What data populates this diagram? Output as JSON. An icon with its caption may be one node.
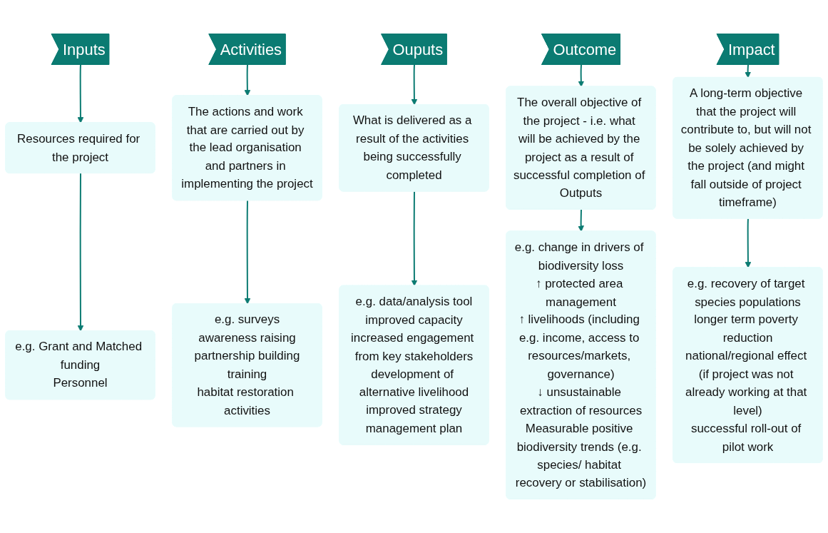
{
  "diagram": {
    "nodes": [
      {
        "text": [
          "Inputs"
        ]
      },
      {
        "text": [
          "Resources required for the project"
        ]
      },
      {
        "text": [
          "e.g. Grant and Matched funding",
          "Personnel"
        ]
      },
      {
        "text": [
          "Activities"
        ]
      },
      {
        "text": [
          "The actions and work that are carried out by the lead organisation and partners in implementing the project"
        ]
      },
      {
        "text": [
          "e.g. surveys",
          "awareness raising",
          "partnership building",
          "training",
          "habitat restoration activities"
        ]
      },
      {
        "text": [
          "Ouputs"
        ]
      },
      {
        "text": [
          "What is delivered as a result of the activities being successfully completed"
        ]
      },
      {
        "text": [
          "e.g. data/analysis tool",
          "improved capacity",
          "increased engagement from key stakeholders",
          "development of alternative livelihood",
          "improved strategy",
          "management plan"
        ]
      },
      {
        "text": [
          "Outcome"
        ]
      },
      {
        "text": [
          "The overall objective of the project - i.e. what will be achieved by the project as a result of successful completion of Outputs"
        ]
      },
      {
        "text": [
          "e.g. change in drivers of biodiversity loss",
          "↑ protected area management",
          "↑ livelihoods (including e.g. income, access to resources/markets, governance)",
          "↓ unsustainable extraction of resources",
          "Measurable positive biodiversity trends (e.g. species/ habitat recovery or stabilisation)"
        ]
      },
      {
        "text": [
          "Impact"
        ]
      },
      {
        "text": [
          "A long-term objective that the project will contribute to, but will not be solely achieved by the project (and might fall outside of project timeframe)"
        ]
      },
      {
        "text": [
          "e.g. recovery of target species populations",
          "longer term poverty reduction",
          "national/regional effect (if project was not already working at that level)",
          "successful roll-out of pilot work"
        ]
      }
    ],
    "edges": [
      {
        "from": 0,
        "to": 1,
        "arrow": "to"
      },
      {
        "from": 1,
        "to": 2,
        "arrow": "to"
      },
      {
        "from": 3,
        "to": 4,
        "arrow": "to"
      },
      {
        "from": 4,
        "to": 5,
        "arrow": "to"
      },
      {
        "from": 6,
        "to": 7,
        "arrow": "to"
      },
      {
        "from": 7,
        "to": 8,
        "arrow": "to"
      },
      {
        "from": 9,
        "to": 10,
        "arrow": "to"
      },
      {
        "from": 10,
        "to": 11,
        "arrow": "to"
      },
      {
        "from": 12,
        "to": 13,
        "arrow": "to"
      },
      {
        "from": 13,
        "to": 14,
        "arrow": "to"
      }
    ]
  }
}
